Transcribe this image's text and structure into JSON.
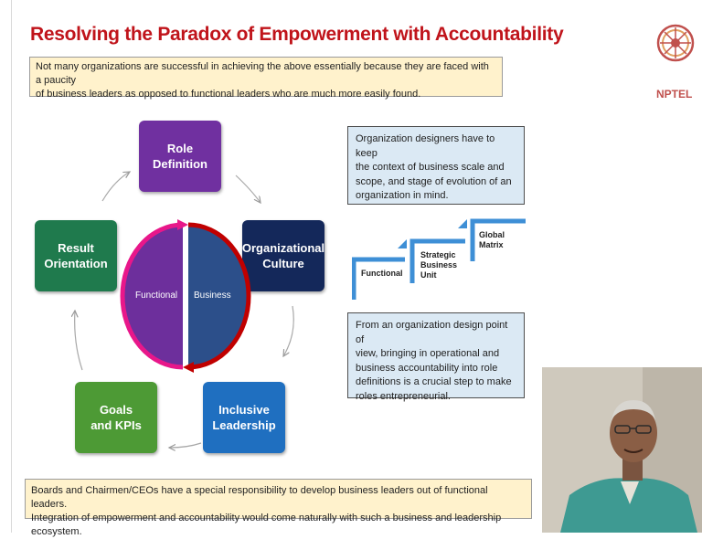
{
  "slide": {
    "title": "Resolving the Paradox of Empowerment with Accountability",
    "intro_lines": [
      "Not many organizations are successful in achieving the above essentially because they are faced with a paucity",
      "of business leaders as opposed to functional leaders who are much more easily found."
    ],
    "cycle": {
      "role_definition": [
        "Role",
        "Definition"
      ],
      "organizational_culture": [
        "Organizational",
        "Culture"
      ],
      "inclusive_leadership": [
        "Inclusive",
        "Leadership"
      ],
      "goals_kpis": [
        "Goals",
        "and KPIs"
      ],
      "result_orientation": [
        "Result",
        "Orientation"
      ],
      "center_left": "Functional",
      "center_right": "Business"
    },
    "box_top_lines": [
      "Organization designers have to keep",
      "the context of business scale and",
      "scope, and stage of evolution of an",
      "organization in mind."
    ],
    "steps": {
      "functional": "Functional",
      "sbu": [
        "Strategic",
        "Business",
        "Unit"
      ],
      "global": [
        "Global",
        "Matrix"
      ]
    },
    "box_bottom_lines": [
      "From an organization design point of",
      "view, bringing in operational and",
      "business accountability into role",
      "definitions is a crucial step to make",
      "roles entrepreneurial."
    ],
    "footer_lines": [
      "Boards and Chairmen/CEOs have a special responsibility to develop business leaders out of functional leaders.",
      "Integration of empowerment and accountability would come naturally with such a business and leadership ecosystem."
    ],
    "logo_text": "NPTEL"
  },
  "colors": {
    "title": "#c0141b",
    "role_definition": "#7030a0",
    "organizational_culture": "#14285a",
    "inclusive_leadership": "#1f6fc0",
    "goals_kpis": "#4d9a35",
    "result_orientation": "#1f7a4d",
    "functional_half": "#6d2f9c",
    "business_half": "#2c4f8a",
    "functional_arrow": "#e8178a",
    "business_arrow": "#c00000"
  }
}
